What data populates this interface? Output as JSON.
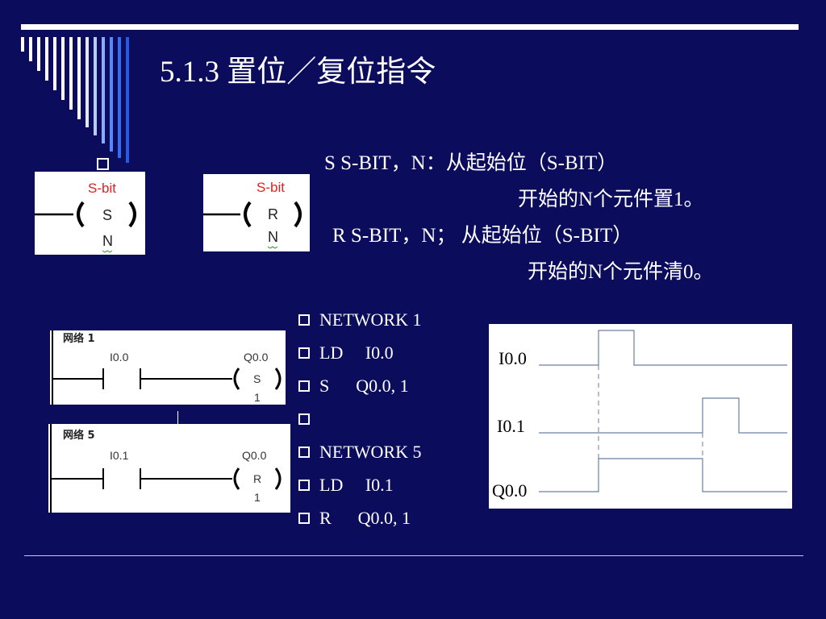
{
  "slide": {
    "title": "5.1.3 置位／复位指令",
    "description": {
      "set_line1": "S S-BIT，N：从起始位（S-BIT）",
      "set_line2": "开始的N个元件置1。",
      "reset_line1": "R S-BIT，N； 从起始位（S-BIT）",
      "reset_line2": "开始的N个元件清0。"
    },
    "set_coil": {
      "bit_label": "S-bit",
      "letter": "S",
      "count": "N"
    },
    "reset_coil": {
      "bit_label": "S-bit",
      "letter": "R",
      "count": "N"
    },
    "network1": {
      "title": "网络 1",
      "contact": "I0.0",
      "output": "Q0.0",
      "coil": "S",
      "count": "1"
    },
    "network5": {
      "title": "网络 5",
      "contact": "I0.1",
      "output": "Q0.0",
      "coil": "R",
      "count": "1"
    },
    "program": [
      "NETWORK 1",
      "LD     I0.0",
      "S      Q0.0, 1",
      "",
      "NETWORK 5",
      "LD     I0.1",
      "R      Q0.0, 1"
    ],
    "timing": {
      "signal1": "I0.0",
      "signal2": "I0.1",
      "signal3": "Q0.0"
    },
    "colors": {
      "background": "#0c0c5c",
      "accent": "#3a6cf0",
      "coil_label": "#e02020"
    }
  }
}
